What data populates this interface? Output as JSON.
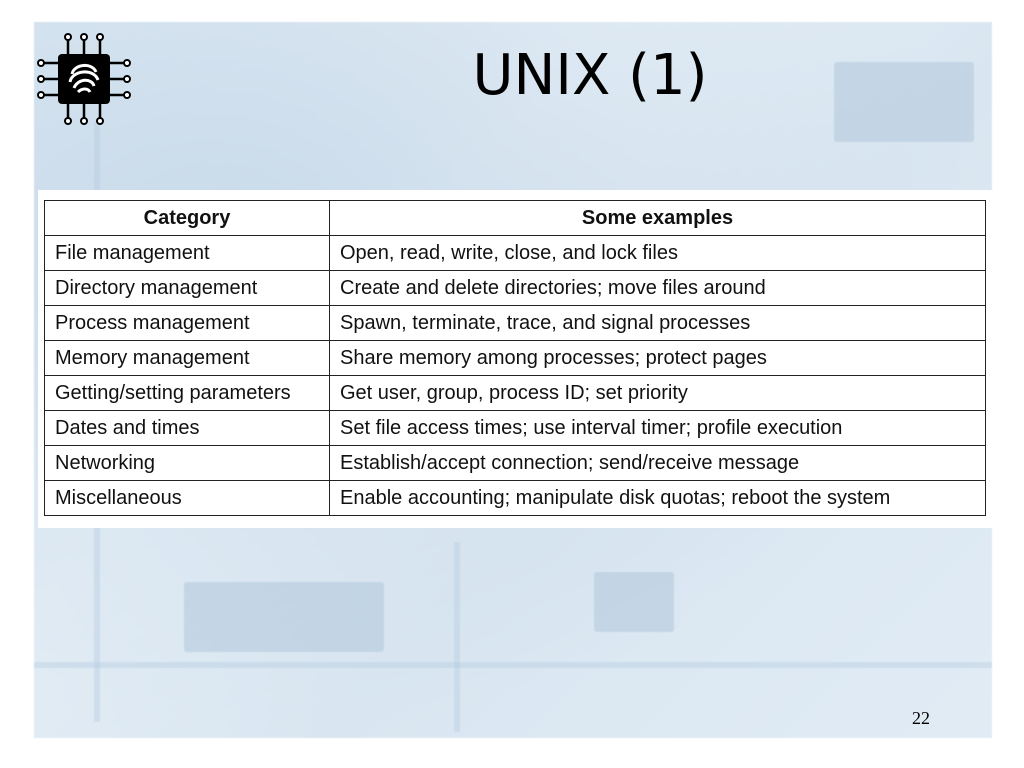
{
  "title": "UNIX (1)",
  "logo_icon": "circuit-chip-logo-icon",
  "table": {
    "headers": [
      "Category",
      "Some examples"
    ],
    "rows": [
      [
        "File management",
        "Open, read, write, close, and lock files"
      ],
      [
        "Directory management",
        "Create and delete directories; move files around"
      ],
      [
        "Process management",
        "Spawn, terminate, trace, and signal processes"
      ],
      [
        "Memory management",
        "Share memory among processes; protect pages"
      ],
      [
        "Getting/setting parameters",
        "Get user, group, process ID; set priority"
      ],
      [
        "Dates and times",
        "Set file access times; use interval timer; profile execution"
      ],
      [
        "Networking",
        "Establish/accept connection; send/receive message"
      ],
      [
        "Miscellaneous",
        "Enable accounting; manipulate disk quotas; reboot the system"
      ]
    ]
  },
  "page_number": "22",
  "colors": {
    "backdrop": "#d6e4f0",
    "text": "#000000",
    "border": "#222222"
  }
}
